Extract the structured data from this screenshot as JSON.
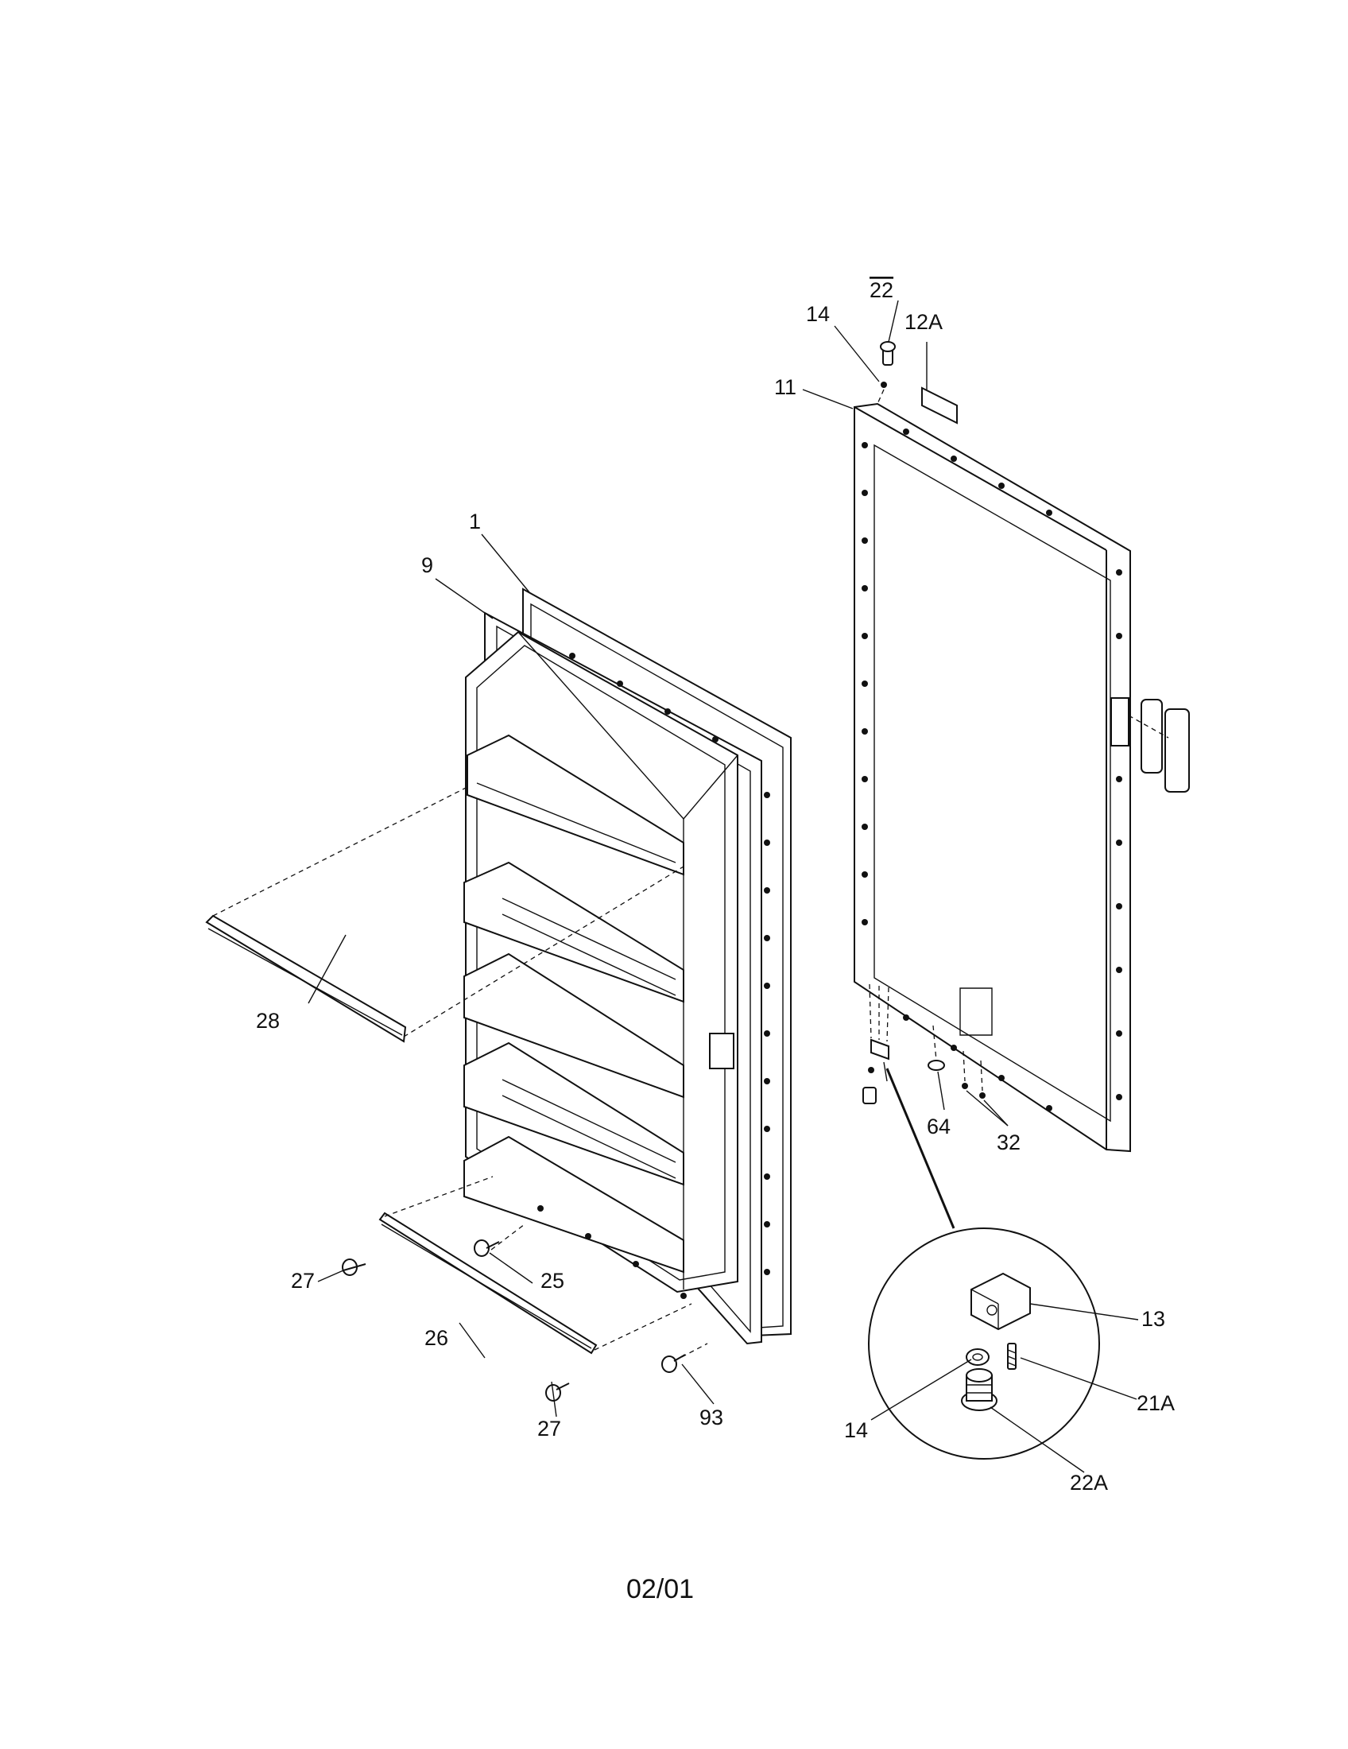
{
  "callouts": {
    "c1": "1",
    "c9": "9",
    "c28": "28",
    "c27a": "27",
    "c27b": "27",
    "c26": "26",
    "c25": "25",
    "c93": "93",
    "c22": "22",
    "c14top": "14",
    "c12a": "12A",
    "c11": "11",
    "c64": "64",
    "c32": "32",
    "c13": "13",
    "c21a": "21A",
    "c14detail": "14",
    "c22a": "22A"
  },
  "footer": {
    "code": "02/01"
  }
}
